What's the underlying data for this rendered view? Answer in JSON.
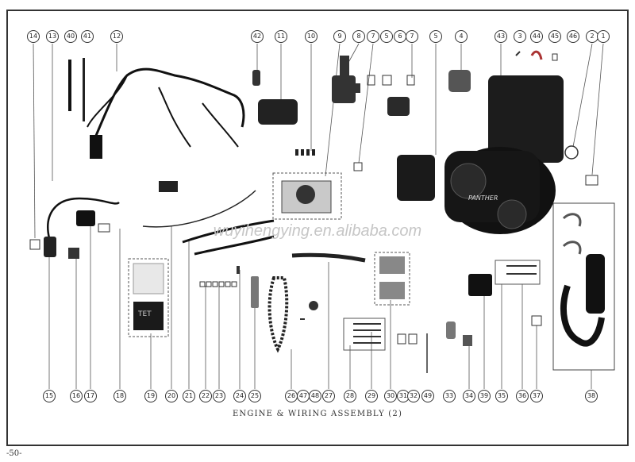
{
  "diagram": {
    "caption": "ENGINE & WIRING ASSEMBLY (2)",
    "watermark": "wuyihengying.en.alibaba.com",
    "page_number": "-50-",
    "engine_badge": "PANTHER",
    "battery_label": "TET",
    "top_callouts": [
      "14",
      "13",
      "40",
      "41",
      "12",
      "42",
      "11",
      "10",
      "9",
      "8",
      "7",
      "5",
      "6",
      "7",
      "5",
      "4",
      "43",
      "3",
      "44",
      "45",
      "46",
      "2",
      "1"
    ],
    "bottom_callouts": [
      "15",
      "16",
      "17",
      "18",
      "19",
      "20",
      "21",
      "22",
      "23",
      "24",
      "25",
      "26",
      "47",
      "48",
      "27",
      "28",
      "29",
      "30",
      "31",
      "32",
      "49",
      "33",
      "34",
      "39",
      "35",
      "36",
      "37",
      "38"
    ]
  }
}
